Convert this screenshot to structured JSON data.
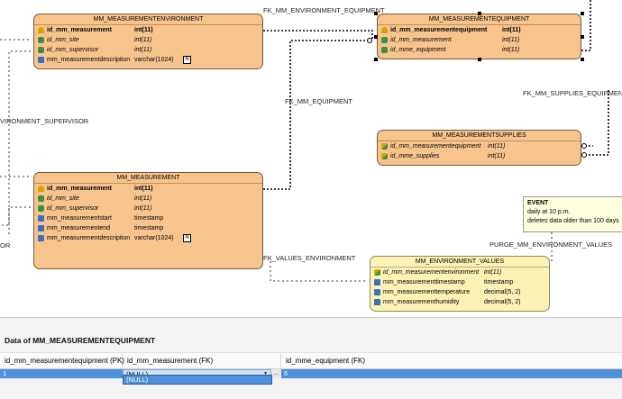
{
  "connections": {
    "fk_env_equipment": "FK_MM_ENVIRONMENT_EQUIPMENT",
    "fk_supplies_equipment": "FK_MM_SUPPLIES_EQUIPMENT",
    "fk_equipment": "FK_MM_EQUIPMENT",
    "fk_env_supervisor": "VIRONMENT_SUPERVISOR",
    "fk_values_env": "FK_VALUES_ENVIRONMENT",
    "purge_values": "PURGE_MM_ENVIRONMENT_VALUES",
    "left_cut_label": "OR"
  },
  "entities": {
    "environment": {
      "title": "MM_MEASUREMENTENVIRONMENT",
      "columns": [
        {
          "name": "id_mm_measurement",
          "type": "int(11)",
          "kind": "pk"
        },
        {
          "name": "id_mm_site",
          "type": "int(11)",
          "kind": "fk"
        },
        {
          "name": "id_mm_supervisor",
          "type": "int(11)",
          "kind": "fk"
        },
        {
          "name": "mm_measurementdescription",
          "type": "varchar(1024)",
          "kind": "col",
          "badge": "N"
        }
      ]
    },
    "equipment": {
      "title": "MM_MEASUREMENTEQUIPMENT",
      "columns": [
        {
          "name": "id_mm_measurementequipment",
          "type": "int(11)",
          "kind": "pk"
        },
        {
          "name": "id_mm_measurement",
          "type": "int(11)",
          "kind": "fk"
        },
        {
          "name": "id_mme_equipment",
          "type": "int(11)",
          "kind": "fk"
        }
      ]
    },
    "supplies": {
      "title": "MM_MEASUREMENTSUPPLIES",
      "columns": [
        {
          "name": "id_mm_measurementequipment",
          "type": "int(11)",
          "kind": "pkfk"
        },
        {
          "name": "id_mme_supplies",
          "type": "int(11)",
          "kind": "pkfk"
        }
      ]
    },
    "measurement": {
      "title": "MM_MEASUREMENT",
      "columns": [
        {
          "name": "id_mm_measurement",
          "type": "int(11)",
          "kind": "pk"
        },
        {
          "name": "id_mm_site",
          "type": "int(11)",
          "kind": "fk"
        },
        {
          "name": "id_mm_supervisor",
          "type": "int(11)",
          "kind": "fk"
        },
        {
          "name": "mm_measurementstart",
          "type": "timestamp",
          "kind": "col"
        },
        {
          "name": "mm_measurementend",
          "type": "timestamp",
          "kind": "col"
        },
        {
          "name": "mm_measurementdescription",
          "type": "varchar(1024)",
          "kind": "col",
          "badge": "N"
        }
      ]
    },
    "values": {
      "title": "MM_ENVIRONMENT_VALUES",
      "columns": [
        {
          "name": "id_mm_measurementenvironment",
          "type": "int(11)",
          "kind": "pkfk"
        },
        {
          "name": "mm_measurementtimestamp",
          "type": "timestamp",
          "kind": "col"
        },
        {
          "name": "mm_measurementtemperature",
          "type": "decimal(5, 2)",
          "kind": "col"
        },
        {
          "name": "mm_measurementhumidity",
          "type": "decimal(5, 2)",
          "kind": "col"
        }
      ]
    }
  },
  "event": {
    "title": "EVENT",
    "line1": "daily at 10 p.m.",
    "line2": "deletes data older than 100 days"
  },
  "data_panel": {
    "title": "Data of MM_MEASUREMENTEQUIPMENT",
    "headers": [
      "id_mm_measurementequipment (PK)",
      "id_mm_measurement (FK)",
      "id_mme_equipment (FK)"
    ],
    "row": {
      "id": "1",
      "measurement": "(NULL)",
      "equipment": "6"
    },
    "ellipsis": "...",
    "dropdown_option": "(NULL)"
  },
  "colors": {
    "entity_fill": "#f7c48e",
    "note_entity_fill": "#fbf2b5",
    "selection": "#4f90dc"
  }
}
